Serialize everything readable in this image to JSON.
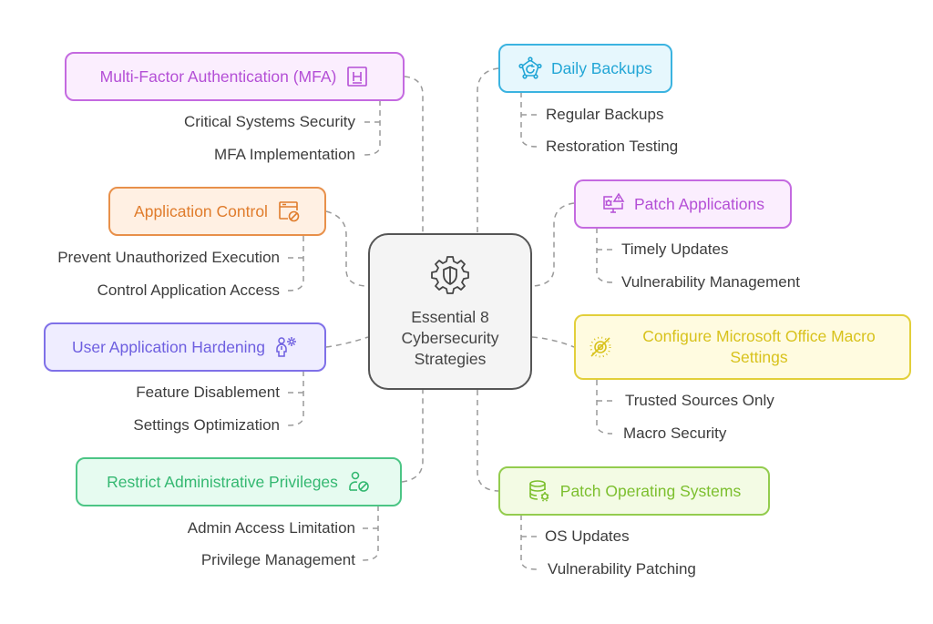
{
  "center": {
    "title_lines": [
      "Essential 8",
      "Cybersecurity",
      "Strategies"
    ],
    "icon": "gear-shield-icon"
  },
  "branches": [
    {
      "id": "mfa",
      "label": "Multi-Factor Authentication (MFA)",
      "icon": "mfa-key-icon",
      "color": "#b44fd6",
      "bg": "#fbeefe",
      "children": [
        "Critical Systems Security",
        "MFA Implementation"
      ]
    },
    {
      "id": "app-control",
      "label": "Application Control",
      "icon": "app-block-icon",
      "color": "#e07c2c",
      "bg": "#fff0e3",
      "children": [
        "Prevent Unauthorized Execution",
        "Control Application Access"
      ]
    },
    {
      "id": "user-hardening",
      "label": "User Application Hardening",
      "icon": "user-gear-icon",
      "color": "#6e5fe0",
      "bg": "#efedff",
      "children": [
        "Feature Disablement",
        "Settings Optimization"
      ]
    },
    {
      "id": "admin-privileges",
      "label": "Restrict Administrative Privileges",
      "icon": "user-block-icon",
      "color": "#34b871",
      "bg": "#e6fbf0",
      "children": [
        "Admin Access Limitation",
        "Privilege Management"
      ]
    },
    {
      "id": "daily-backups",
      "label": "Daily Backups",
      "icon": "backup-restore-icon",
      "color": "#22a6d6",
      "bg": "#e6f7fd",
      "children": [
        "Regular Backups",
        "Restoration Testing"
      ]
    },
    {
      "id": "patch-apps",
      "label": "Patch Applications",
      "icon": "monitor-bug-warning-icon",
      "color": "#b44fd6",
      "bg": "#fbeefe",
      "children": [
        "Timely Updates",
        "Vulnerability Management"
      ]
    },
    {
      "id": "office-macro",
      "label": "Configure Microsoft Office Macro Settings",
      "icon": "macro-disabled-icon",
      "color": "#d8c21c",
      "bg": "#fffbe0",
      "children": [
        "Trusted Sources Only",
        "Macro Security"
      ]
    },
    {
      "id": "patch-os",
      "label": "Patch Operating Systems",
      "icon": "database-bug-icon",
      "color": "#7cbf2e",
      "bg": "#f3fbe4",
      "children": [
        "OS Updates",
        "Vulnerability Patching"
      ]
    }
  ]
}
